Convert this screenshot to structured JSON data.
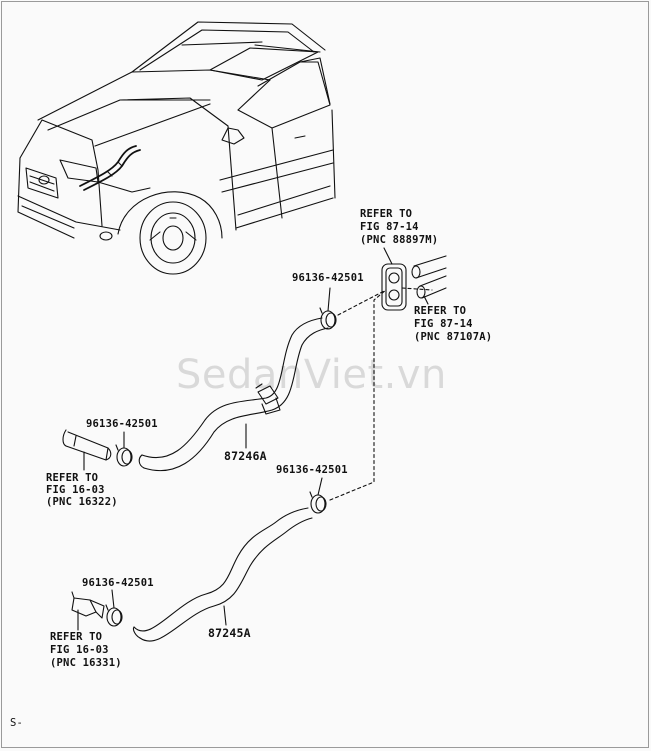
{
  "callouts": {
    "pn_top": "96136-42501",
    "pn_left": "96136-42501",
    "pn_mid": "96136-42501",
    "pn_bottom": "96136-42501",
    "hose_upper": "87246A",
    "hose_lower": "87245A"
  },
  "refs": {
    "ref_88897m": [
      "REFER TO",
      "FIG 87-14",
      "(PNC 88897M)"
    ],
    "ref_87107a": [
      "REFER TO",
      "FIG 87-14",
      "(PNC 87107A)"
    ],
    "ref_16322": [
      "REFER TO",
      "FIG 16-03",
      "(PNC 16322)"
    ],
    "ref_16331": [
      "REFER TO",
      "FIG 16-03",
      "(PNC 16331)"
    ]
  },
  "watermark": "SedanViet.vn",
  "footer_code": "S-"
}
